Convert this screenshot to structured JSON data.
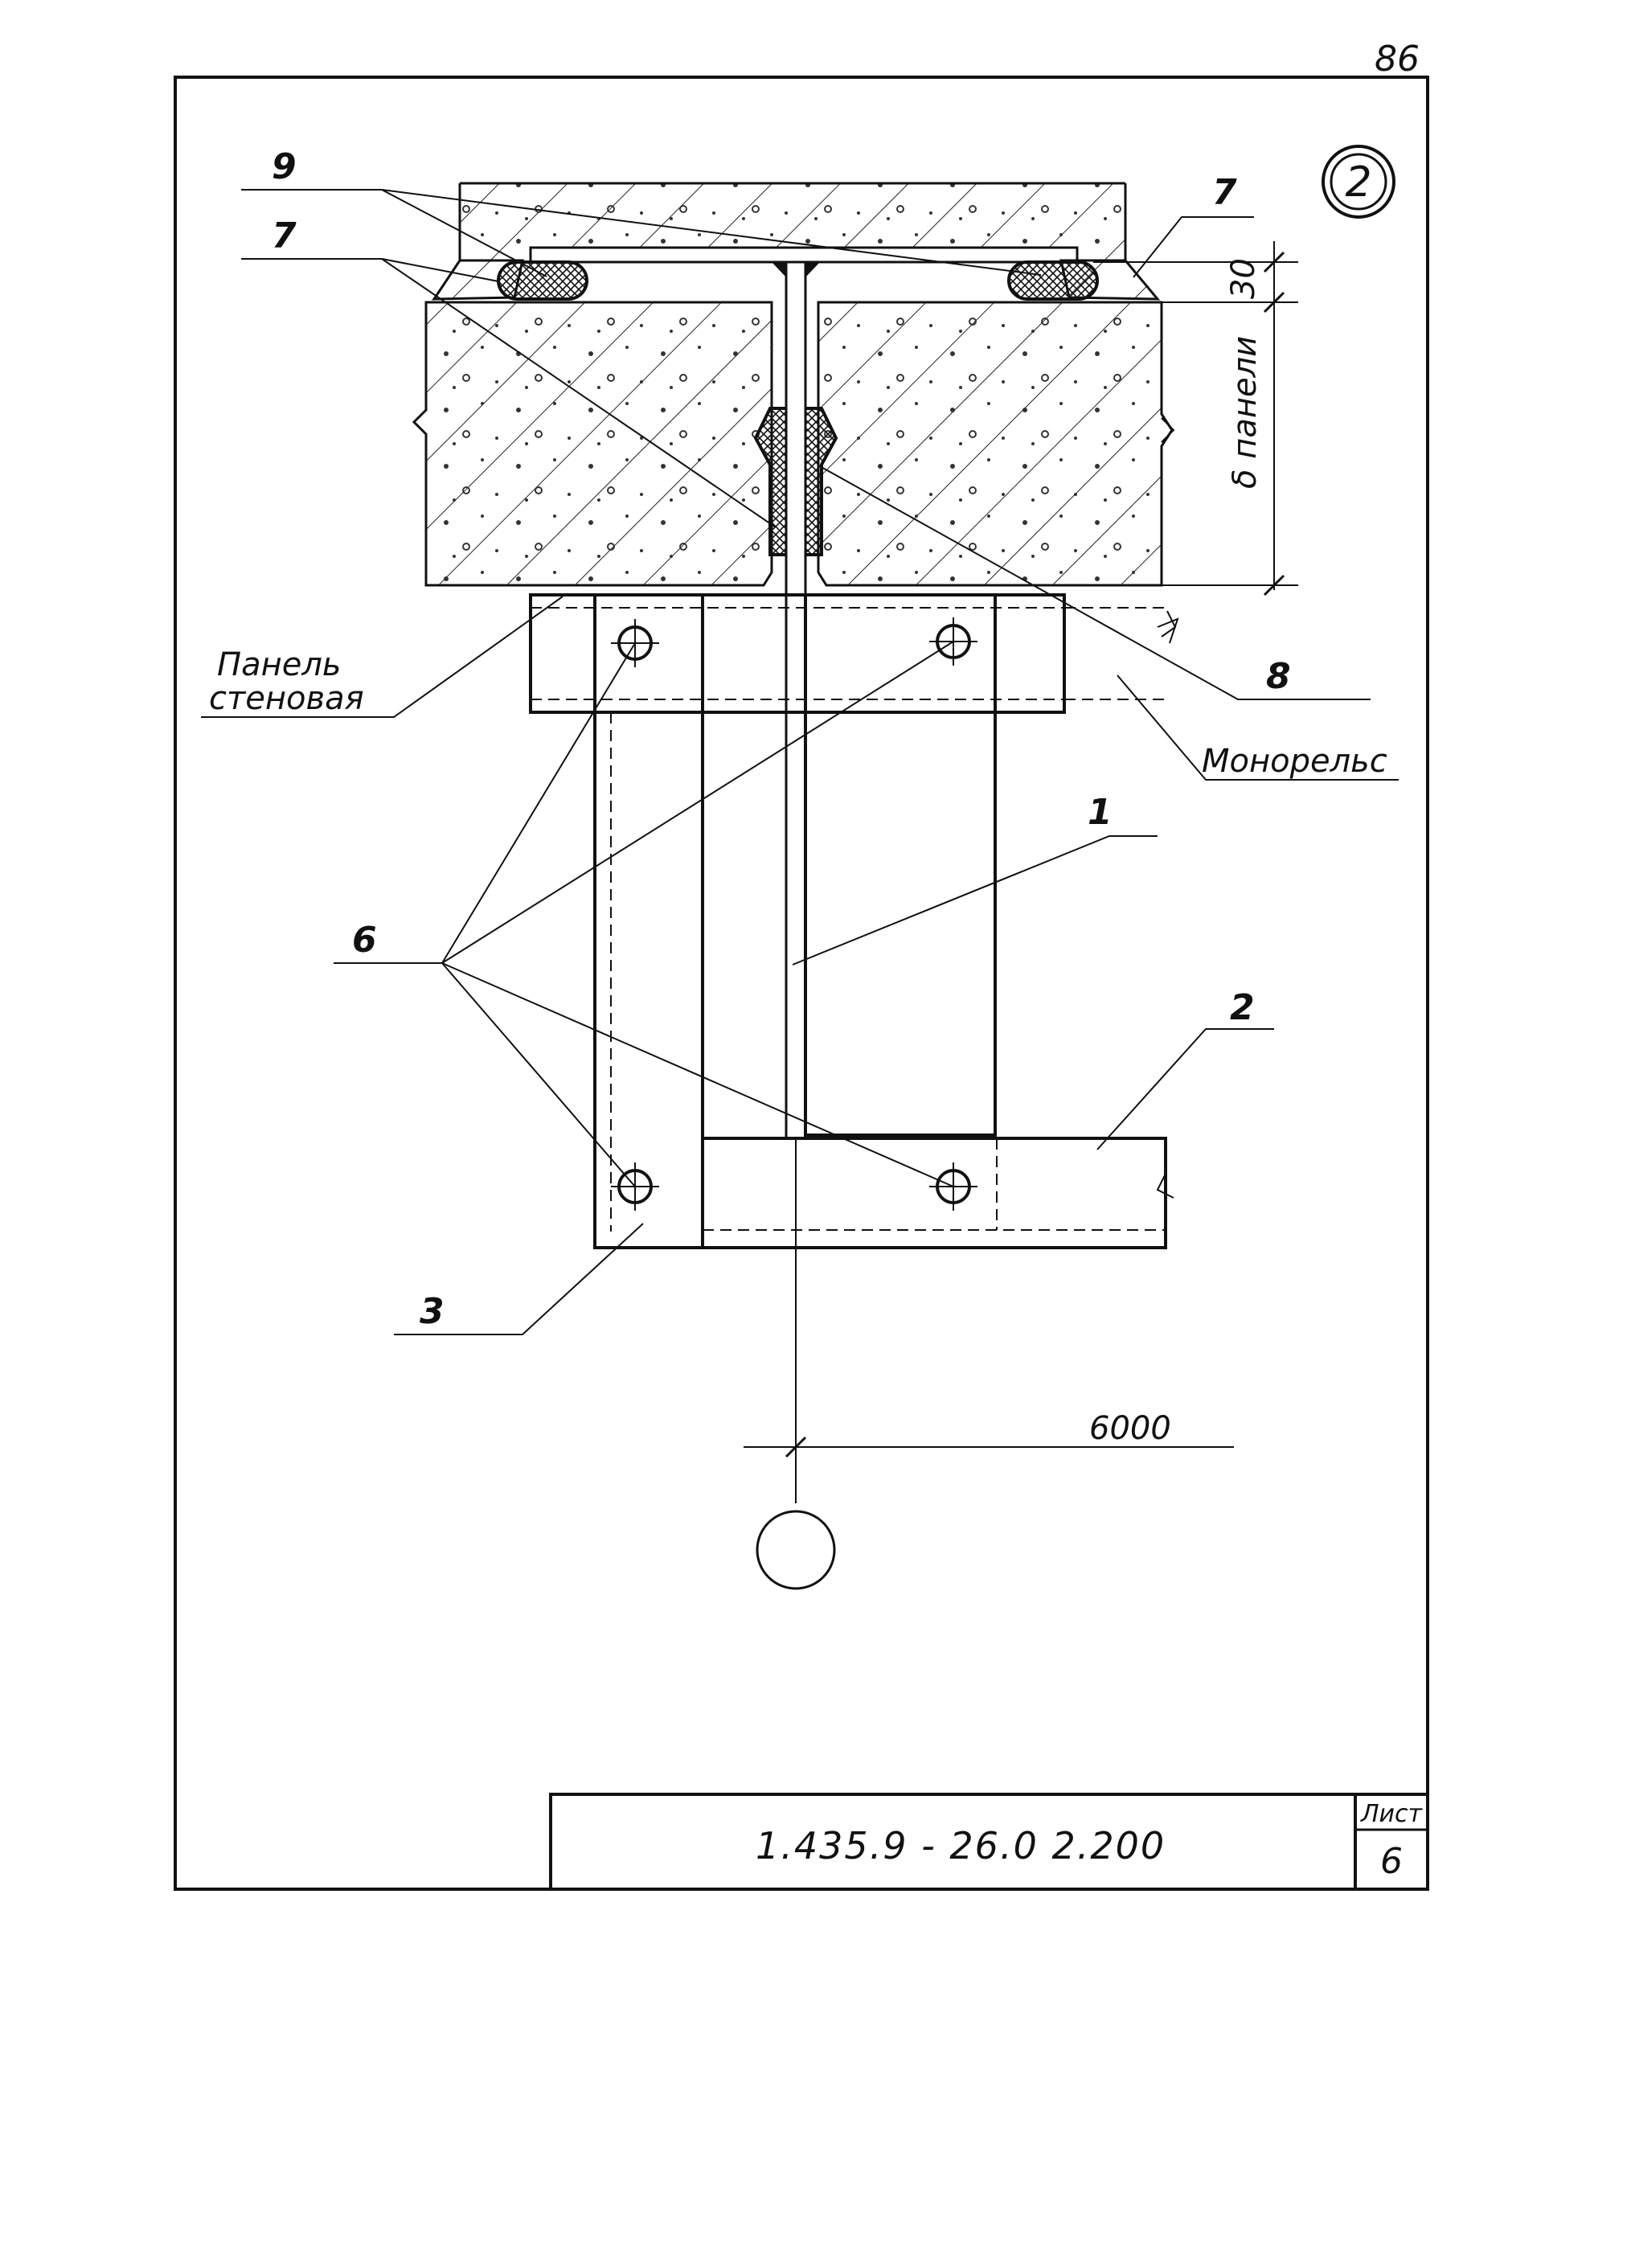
{
  "page": {
    "page_number": "86",
    "detail_mark": "2"
  },
  "callouts": {
    "c1": "1",
    "c2": "2",
    "c3": "3",
    "c6": "6",
    "c7_left": "7",
    "c7_right": "7",
    "c8": "8",
    "c9": "9"
  },
  "notes": {
    "panel_line1": "Панель",
    "panel_line2": "стеновая",
    "monorail": "Монорельс",
    "panel_thickness": "δ панели"
  },
  "dimensions": {
    "gap": "30",
    "span": "6000"
  },
  "title_block": {
    "code": "1.435.9 - 26.0   2.200",
    "sheet_label": "Лист",
    "sheet_number": "6"
  }
}
